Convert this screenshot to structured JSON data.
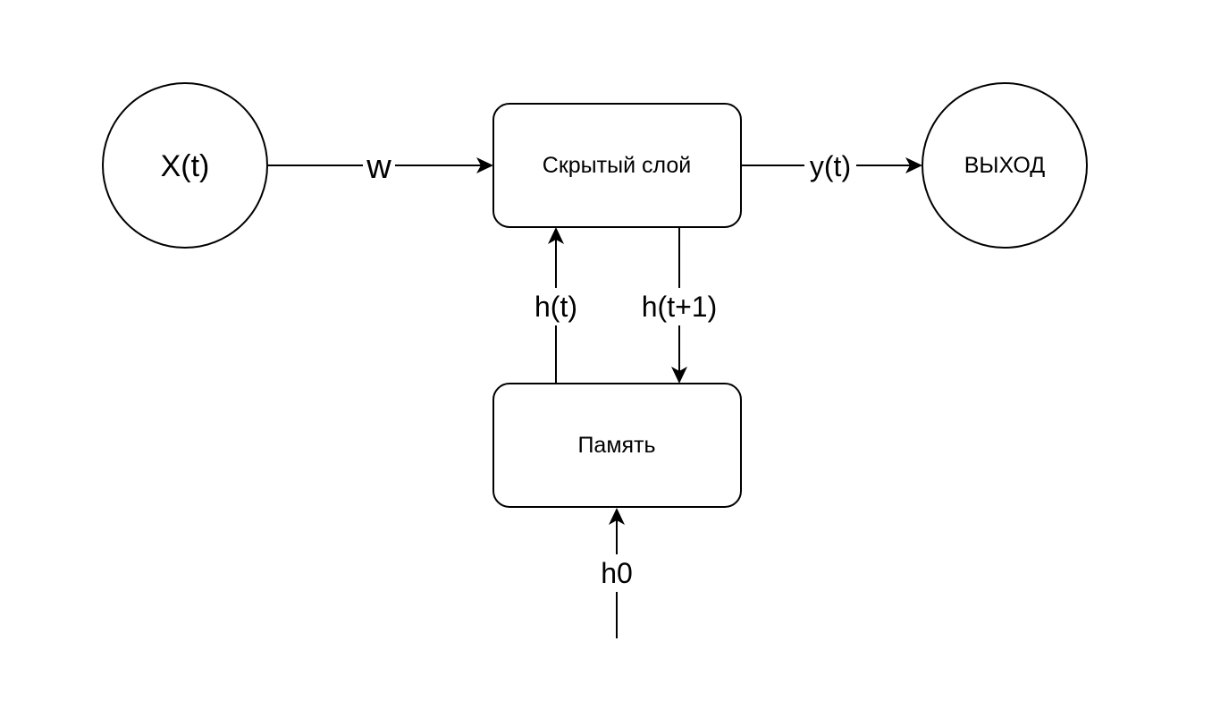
{
  "diagram": {
    "nodes": {
      "input": {
        "label": "X(t)",
        "shape": "circle"
      },
      "hidden": {
        "label": "Скрытый слой",
        "shape": "rounded-rect"
      },
      "output": {
        "label": "ВЫХОД",
        "shape": "circle"
      },
      "memory": {
        "label": "Память",
        "shape": "rounded-rect"
      }
    },
    "edges": {
      "input_to_hidden": {
        "from": "input",
        "to": "hidden",
        "label": "w"
      },
      "hidden_to_output": {
        "from": "hidden",
        "to": "output",
        "label": "y(t)"
      },
      "memory_to_hidden": {
        "from": "memory",
        "to": "hidden",
        "label": "h(t)"
      },
      "hidden_to_memory": {
        "from": "hidden",
        "to": "memory",
        "label": "h(t+1)"
      },
      "init_to_memory": {
        "from": "",
        "to": "memory",
        "label": "h0"
      }
    },
    "colors": {
      "stroke": "#000000",
      "fill": "#ffffff",
      "text": "#000000"
    }
  }
}
